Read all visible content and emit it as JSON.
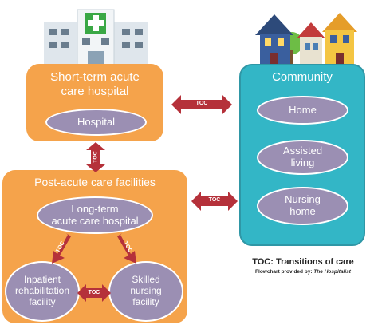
{
  "short_term": {
    "title": "Short-term acute\ncare hospital",
    "oval": "Hospital"
  },
  "community": {
    "title": "Community",
    "ovals": [
      "Home",
      "Assisted\nliving",
      "Nursing\nhome"
    ]
  },
  "post_acute": {
    "title": "Post-acute care facilities",
    "long_term": "Long-term\nacute care hospital",
    "inpatient": "Inpatient\nrehabilitation\nfacility",
    "skilled": "Skilled\nnursing\nfacility"
  },
  "toc_label": "TOC",
  "legend": {
    "main": "TOC: Transitions of care",
    "credit_prefix": "Flowchart provided by: ",
    "credit_source": "The Hospitalist"
  },
  "colors": {
    "orange": "#f5a34b",
    "teal": "#33b6c6",
    "purple": "#9b8fb3",
    "arrow": "#b5313a"
  },
  "icons": [
    "hospital-icon",
    "houses-icon"
  ]
}
